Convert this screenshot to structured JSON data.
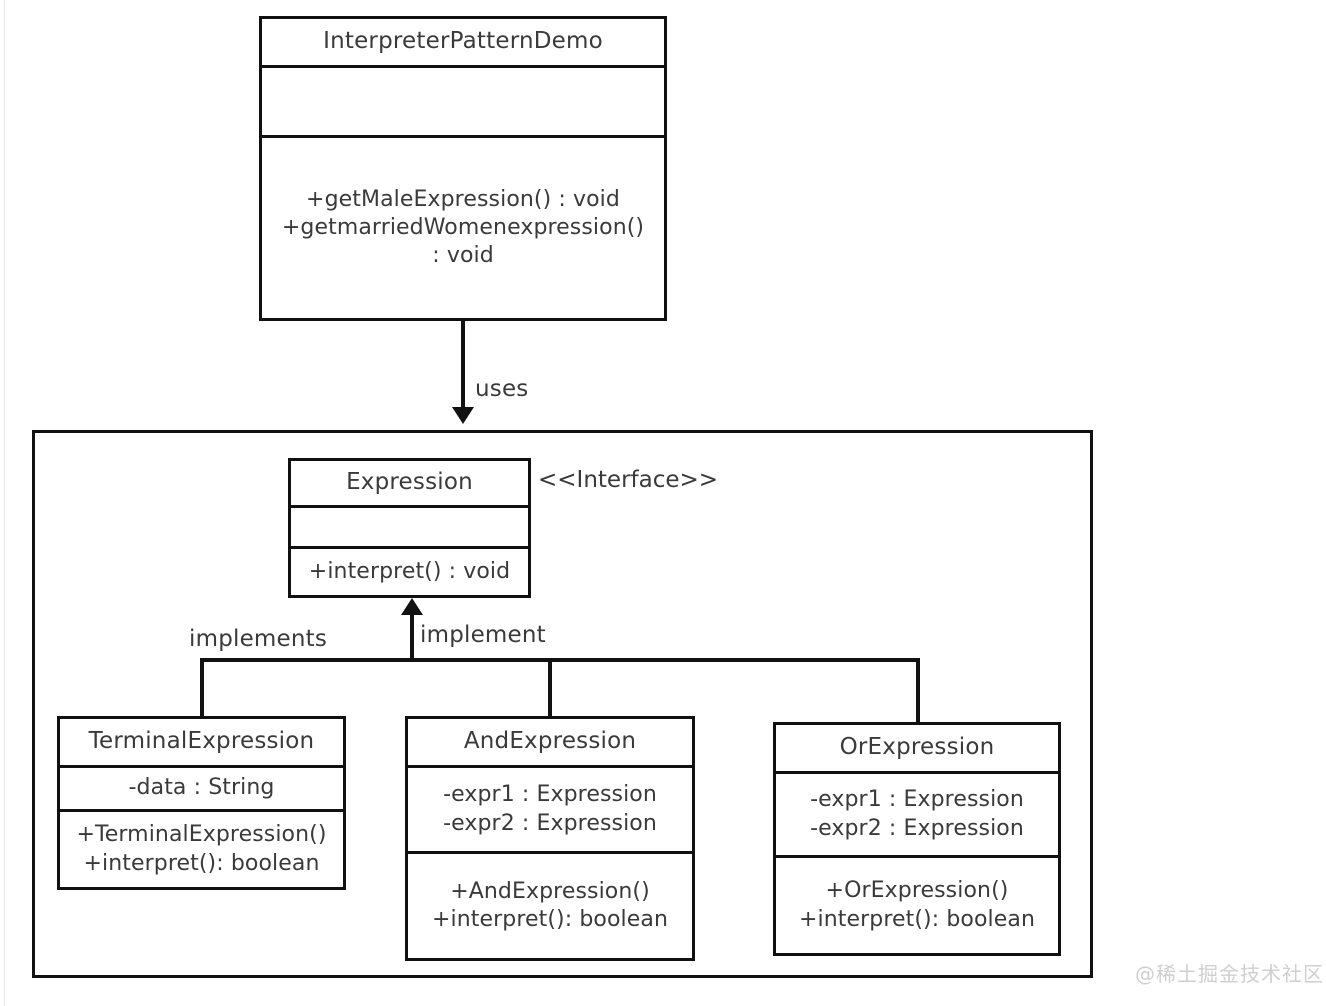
{
  "diagram": {
    "type": "uml-class-diagram",
    "title": "Interpreter Pattern Class Diagram",
    "watermark": "@稀土掘金技术社区",
    "colors": {
      "stroke": "#111111",
      "text": "#3a3a3a",
      "background": "#ffffff",
      "watermark": "#cfcfcf"
    }
  },
  "classes": {
    "demo": {
      "name": "InterpreterPatternDemo",
      "attributes": [],
      "methods": [
        "+getMaleExpression()  : void",
        "+getmarriedWomenexpression()",
        ": void"
      ]
    },
    "expression": {
      "name": "Expression",
      "stereotype": "<<Interface>>",
      "attributes": [],
      "methods": [
        "+interpret() : void"
      ]
    },
    "terminal": {
      "name": "TerminalExpression",
      "attributes": [
        "-data : String"
      ],
      "methods": [
        "+TerminalExpression()",
        "+interpret(): boolean"
      ]
    },
    "and": {
      "name": "AndExpression",
      "attributes": [
        "-expr1 : Expression",
        "-expr2 : Expression"
      ],
      "methods": [
        "+AndExpression()",
        "+interpret(): boolean"
      ]
    },
    "or": {
      "name": "OrExpression",
      "attributes": [
        "-expr1 : Expression",
        "-expr2 : Expression"
      ],
      "methods": [
        "+OrExpression()",
        "+interpret(): boolean"
      ]
    }
  },
  "relations": {
    "uses": {
      "label": "uses",
      "from": "InterpreterPatternDemo",
      "to": "Expression package",
      "kind": "dependency"
    },
    "implements_left": {
      "label": "implements",
      "from": "TerminalExpression",
      "to": "Expression",
      "kind": "realization"
    },
    "implement_center": {
      "label": "implement",
      "from": "AndExpression / OrExpression",
      "to": "Expression",
      "kind": "realization"
    }
  }
}
